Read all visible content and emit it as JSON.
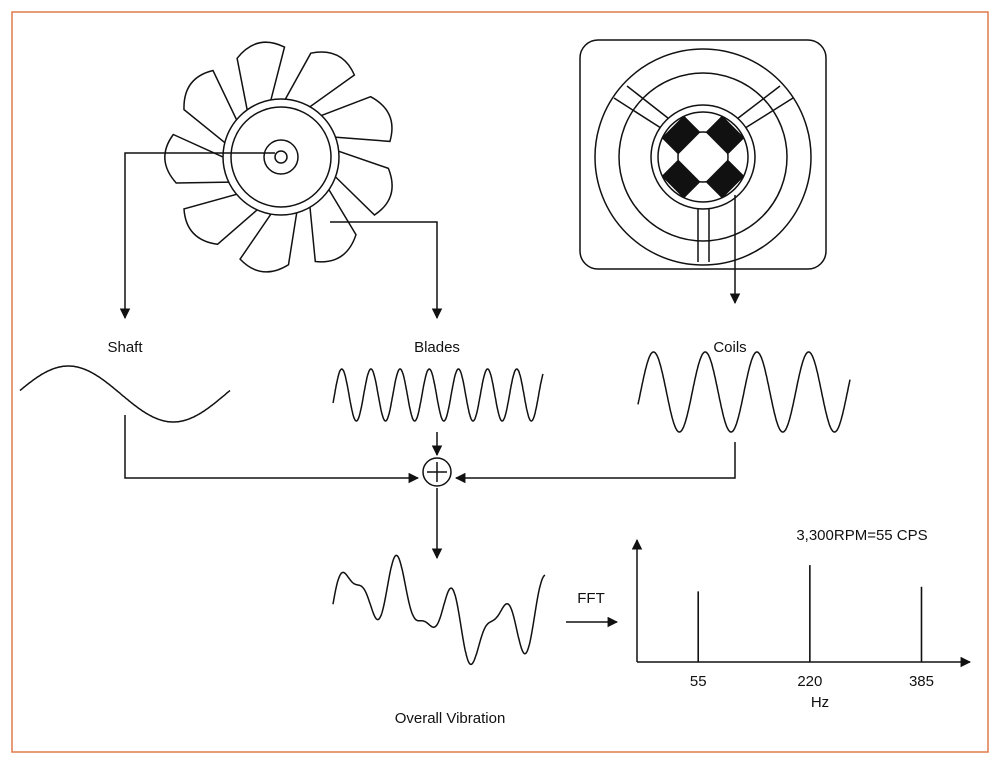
{
  "colors": {
    "frame": "#e07a4a",
    "ink": "#111111",
    "background": "#ffffff"
  },
  "icons": {
    "fan": "fan-icon",
    "motor": "motor-stator-icon",
    "sum": "summing-junction-icon"
  },
  "labels": {
    "shaft": "Shaft",
    "blades": "Blades",
    "coils": "Coils",
    "overall": "Overall Vibration",
    "fft": "FFT",
    "sum_symbol": "+"
  },
  "spectrum": {
    "annotation": "3,300RPM=55 CPS",
    "xlabel": "Hz"
  },
  "chart_data": {
    "type": "bar",
    "title": "3,300RPM=55 CPS",
    "xlabel": "Hz",
    "ylabel": "",
    "x": [
      55,
      220,
      385
    ],
    "tick_labels": [
      "55",
      "220",
      "385"
    ],
    "values": [
      0.62,
      0.85,
      0.66
    ],
    "ylim": [
      0,
      1
    ],
    "grid": false
  }
}
